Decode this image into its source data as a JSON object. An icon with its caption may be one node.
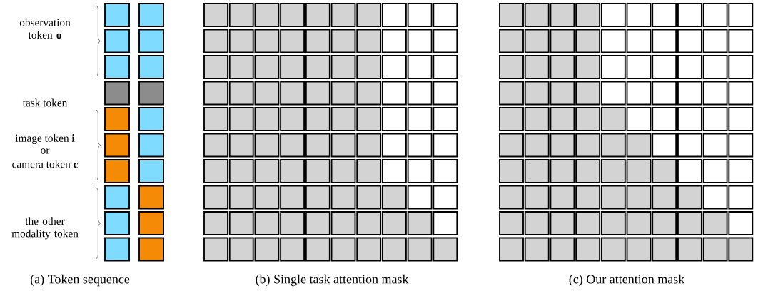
{
  "diagram": {
    "labels": [
      "observation token **o**",
      "task token",
      "image token **i**",
      "or",
      "camera token **c**",
      "the other modality token",
      "(a) Token sequence",
      "(b) Single task attention mask",
      "(c) Our attention mask"
    ]
  }
}
